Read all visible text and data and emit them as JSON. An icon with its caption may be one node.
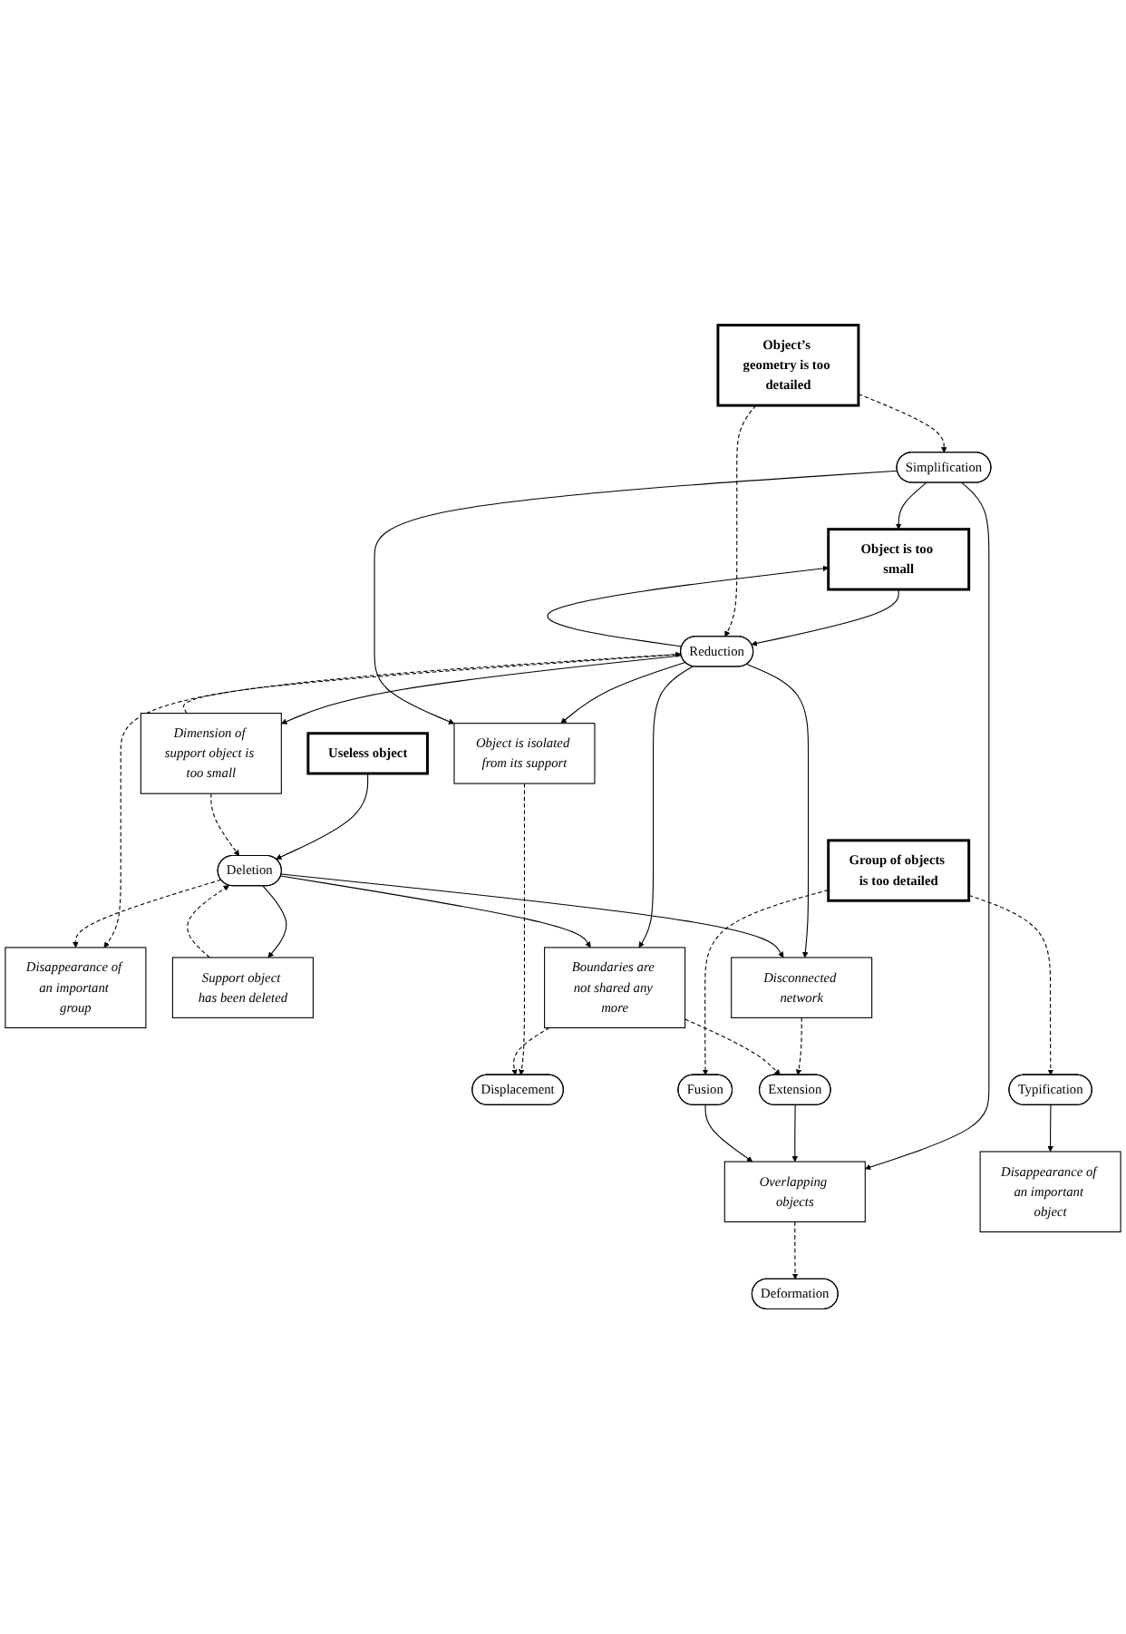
{
  "diagram": {
    "nodes": [
      {
        "text": [
          "Object is too small"
        ]
      },
      {
        "text": [
          "Disappearance of an important group"
        ]
      },
      {
        "text": [
          "Useless object"
        ]
      },
      {
        "text": [
          "Reduction"
        ]
      },
      {
        "text": [
          "Dimension of support object is too small"
        ]
      },
      {
        "text": [
          "Deletion"
        ]
      },
      {
        "text": [
          "Object is isolated from its support"
        ]
      },
      {
        "text": [
          "Object’s geometry is too detailed"
        ]
      },
      {
        "text": [
          "Support object has been deleted"
        ]
      },
      {
        "text": [
          "Disconnected network"
        ]
      },
      {
        "text": [
          "Displacement"
        ]
      },
      {
        "text": [
          "Boundaries are not shared any more"
        ]
      },
      {
        "text": [
          "Simplification"
        ]
      },
      {
        "text": [
          "Extension"
        ]
      },
      {
        "text": [
          "Overlapping objects"
        ]
      },
      {
        "text": [
          "Deformation"
        ]
      },
      {
        "text": [
          "Typification"
        ]
      },
      {
        "text": [
          "Fusion"
        ]
      },
      {
        "text": [
          "Disappearance of an important object"
        ]
      },
      {
        "text": [
          "Group of objects is too detailed"
        ]
      }
    ],
    "edges": [
      {
        "from": 0,
        "to": 3,
        "arrow": "to"
      },
      {
        "from": 3,
        "to": 0,
        "arrow": "to"
      },
      {
        "from": 3,
        "to": 1,
        "arrow": "to",
        "style": "dashed"
      },
      {
        "from": 5,
        "to": 1,
        "arrow": "to",
        "style": "dashed"
      },
      {
        "from": 2,
        "to": 5,
        "arrow": "to"
      },
      {
        "from": 4,
        "to": 3,
        "arrow": "to",
        "style": "dashed"
      },
      {
        "from": 3,
        "to": 4,
        "arrow": "to"
      },
      {
        "from": 4,
        "to": 5,
        "arrow": "to",
        "style": "dashed"
      },
      {
        "from": 3,
        "to": 6,
        "arrow": "to"
      },
      {
        "from": 3,
        "to": 9,
        "arrow": "to"
      },
      {
        "from": 3,
        "to": 11,
        "arrow": "to"
      },
      {
        "from": 5,
        "to": 8,
        "arrow": "to"
      },
      {
        "from": 8,
        "to": 5,
        "arrow": "to",
        "style": "dashed"
      },
      {
        "from": 5,
        "to": 9,
        "arrow": "to"
      },
      {
        "from": 5,
        "to": 11,
        "arrow": "to"
      },
      {
        "from": 6,
        "to": 10,
        "arrow": "to",
        "style": "dashed"
      },
      {
        "from": 9,
        "to": 13,
        "arrow": "to",
        "style": "dashed"
      },
      {
        "from": 11,
        "to": 10,
        "arrow": "to",
        "style": "dashed"
      },
      {
        "from": 11,
        "to": 13,
        "arrow": "to",
        "style": "dashed"
      },
      {
        "from": 7,
        "to": 3,
        "arrow": "to",
        "style": "dashed"
      },
      {
        "from": 7,
        "to": 12,
        "arrow": "to",
        "style": "dashed"
      },
      {
        "from": 12,
        "to": 6,
        "arrow": "to"
      },
      {
        "from": 12,
        "to": 0,
        "arrow": "to"
      },
      {
        "from": 12,
        "to": 14,
        "arrow": "to"
      },
      {
        "from": 13,
        "to": 14,
        "arrow": "to"
      },
      {
        "from": 14,
        "to": 15,
        "arrow": "to",
        "style": "dashed"
      },
      {
        "from": 17,
        "to": 14,
        "arrow": "to"
      },
      {
        "from": 16,
        "to": 18,
        "arrow": "to"
      },
      {
        "from": 19,
        "to": 16,
        "arrow": "to",
        "style": "dashed"
      },
      {
        "from": 19,
        "to": 17,
        "arrow": "to",
        "style": "dashed"
      }
    ]
  }
}
